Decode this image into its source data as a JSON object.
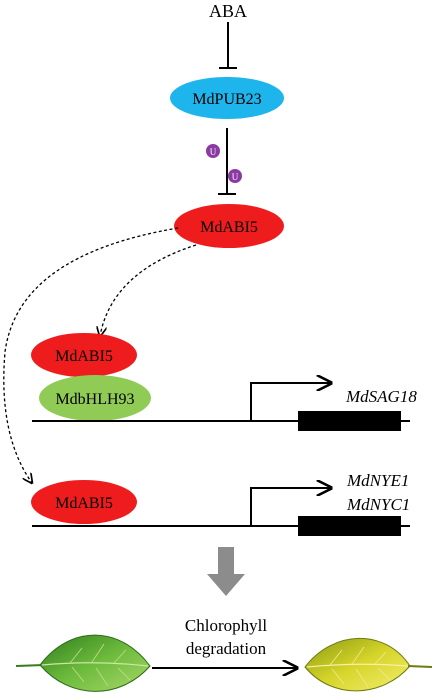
{
  "nodes": {
    "aba": "ABA",
    "pub23": "MdPUB23",
    "abi5_top": "MdABI5",
    "abi5_mid": "MdABI5",
    "bhlh93": "MdbHLH93",
    "abi5_bottom": "MdABI5"
  },
  "ubiquitin": [
    "U",
    "U"
  ],
  "genes": {
    "sag18": "MdSAG18",
    "nye1": "MdNYE1",
    "nyc1": "MdNYC1"
  },
  "process": {
    "line1": "Chlorophyll",
    "line2": "degradation"
  },
  "colors": {
    "pub23_fill": "#1eb4ec",
    "abi5_fill": "#ee1c1c",
    "bhlh93_fill": "#8fcb55",
    "ubiquitin_fill": "#8b3aa3",
    "gray_arrow": "#8c8c8c",
    "leaf_green": "#5fae35",
    "leaf_yellow": "#d8d628"
  },
  "icons": {
    "green_leaf": "green-leaf-icon",
    "yellow_leaf": "yellow-leaf-icon",
    "ubiquitin": "ubiquitin-icon"
  }
}
